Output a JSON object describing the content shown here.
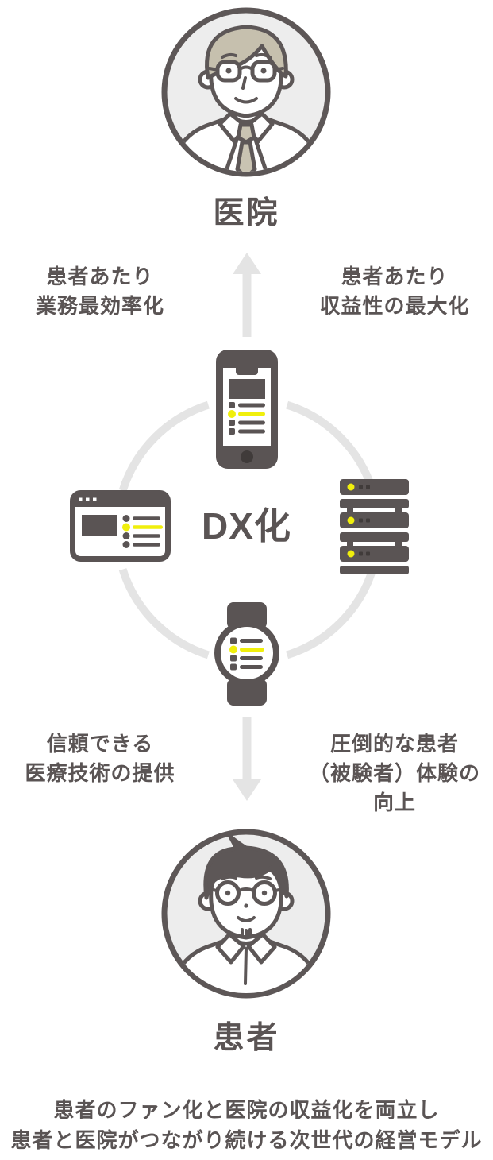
{
  "entities": {
    "clinic": {
      "label": "医院",
      "illustration": "doctor-avatar"
    },
    "patient": {
      "label": "患者",
      "illustration": "patient-avatar"
    }
  },
  "center": {
    "label": "DX化",
    "icons": [
      "smartphone-icon",
      "browser-window-icon",
      "server-icon",
      "smartwatch-icon"
    ]
  },
  "benefits": {
    "top_left": "患者あたり\n業務最効率化",
    "top_right": "患者あたり\n収益性の最大化",
    "bottom_left": "信頼できる\n医療技術の提供",
    "bottom_right": "圧倒的な患者\n（被験者）体験の向上"
  },
  "caption": {
    "text": "患者のファン化と医院の収益化を両立し\n患者と医院がつながり続ける次世代の経営モデル"
  },
  "colors": {
    "dark": "#5a5454",
    "yellow": "#f0ef0c",
    "light": "#e4e4e4",
    "avatar_bg": "#ededed",
    "line": "#5d5757",
    "hair_beige": "#c6c0ae",
    "tie": "#c9c3b2",
    "dot": "#403b3a"
  }
}
